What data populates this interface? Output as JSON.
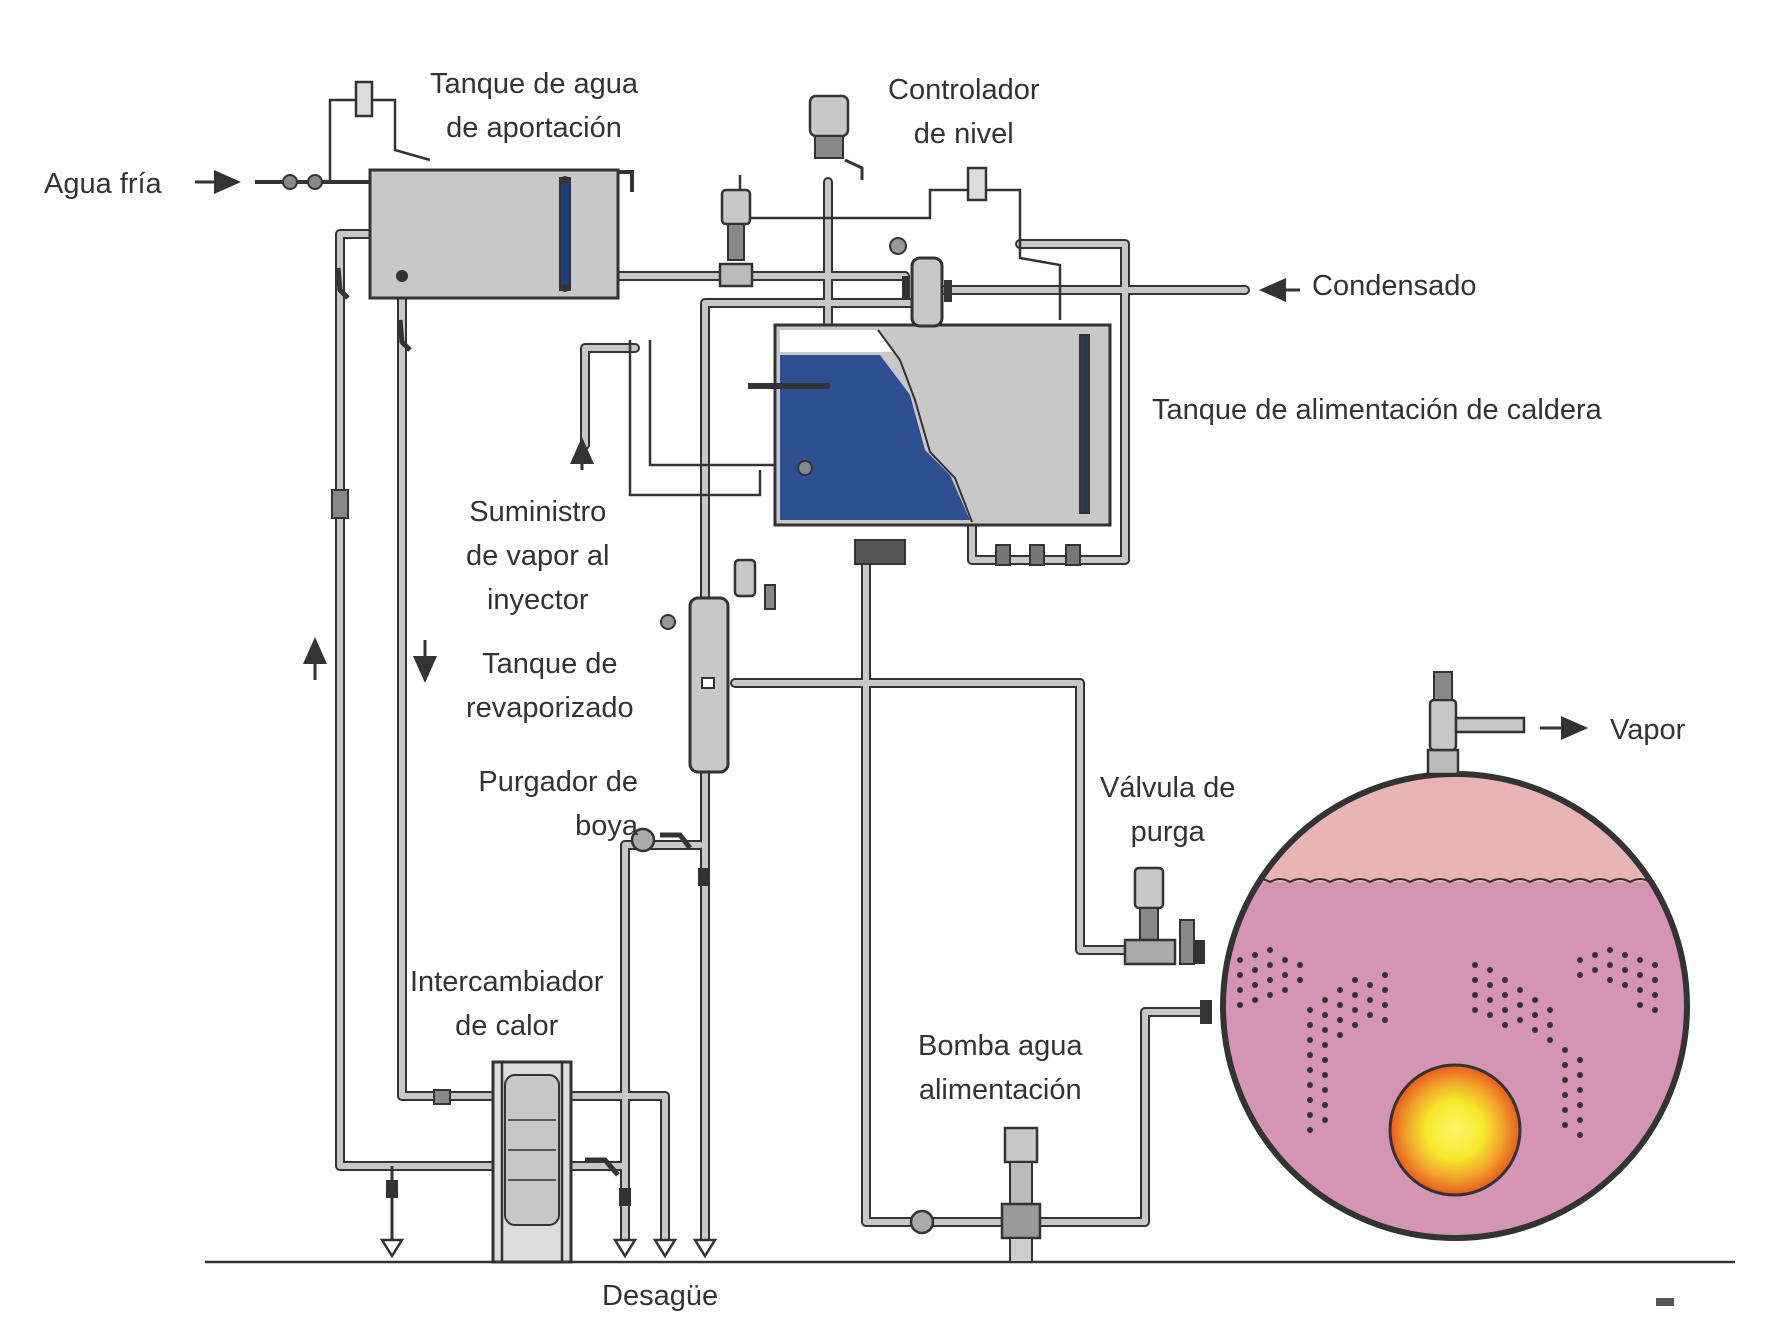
{
  "labels": {
    "agua_fria": "Agua fría",
    "tanque_aportacion": [
      "Tanque de agua",
      "de aportación"
    ],
    "controlador_nivel": [
      "Controlador",
      "de nivel"
    ],
    "condensado": "Condensado",
    "tanque_alimentacion": "Tanque de alimentación de caldera",
    "suministro_vapor": [
      "Suministro",
      "de vapor al",
      "inyector"
    ],
    "tanque_revaporizado": [
      "Tanque de",
      "revaporizado"
    ],
    "purgador_boya": [
      "Purgador de",
      "boya"
    ],
    "valvula_purga": [
      "Válvula de",
      "purga"
    ],
    "vapor": "Vapor",
    "intercambiador": [
      "Intercambiador",
      "de calor"
    ],
    "bomba": [
      "Bomba agua",
      "alimentación"
    ],
    "desague": "Desagüe"
  },
  "colors": {
    "feed_water": "#2f4f93",
    "tank_grey": "#c8c8c8",
    "boiler_water": "#d494b4",
    "boiler_steam": "#e8b4b4",
    "flame_outer": "#e85a1a",
    "flame_inner": "#f5e92a",
    "pipe": "#c8c8c8",
    "line": "#333333"
  }
}
